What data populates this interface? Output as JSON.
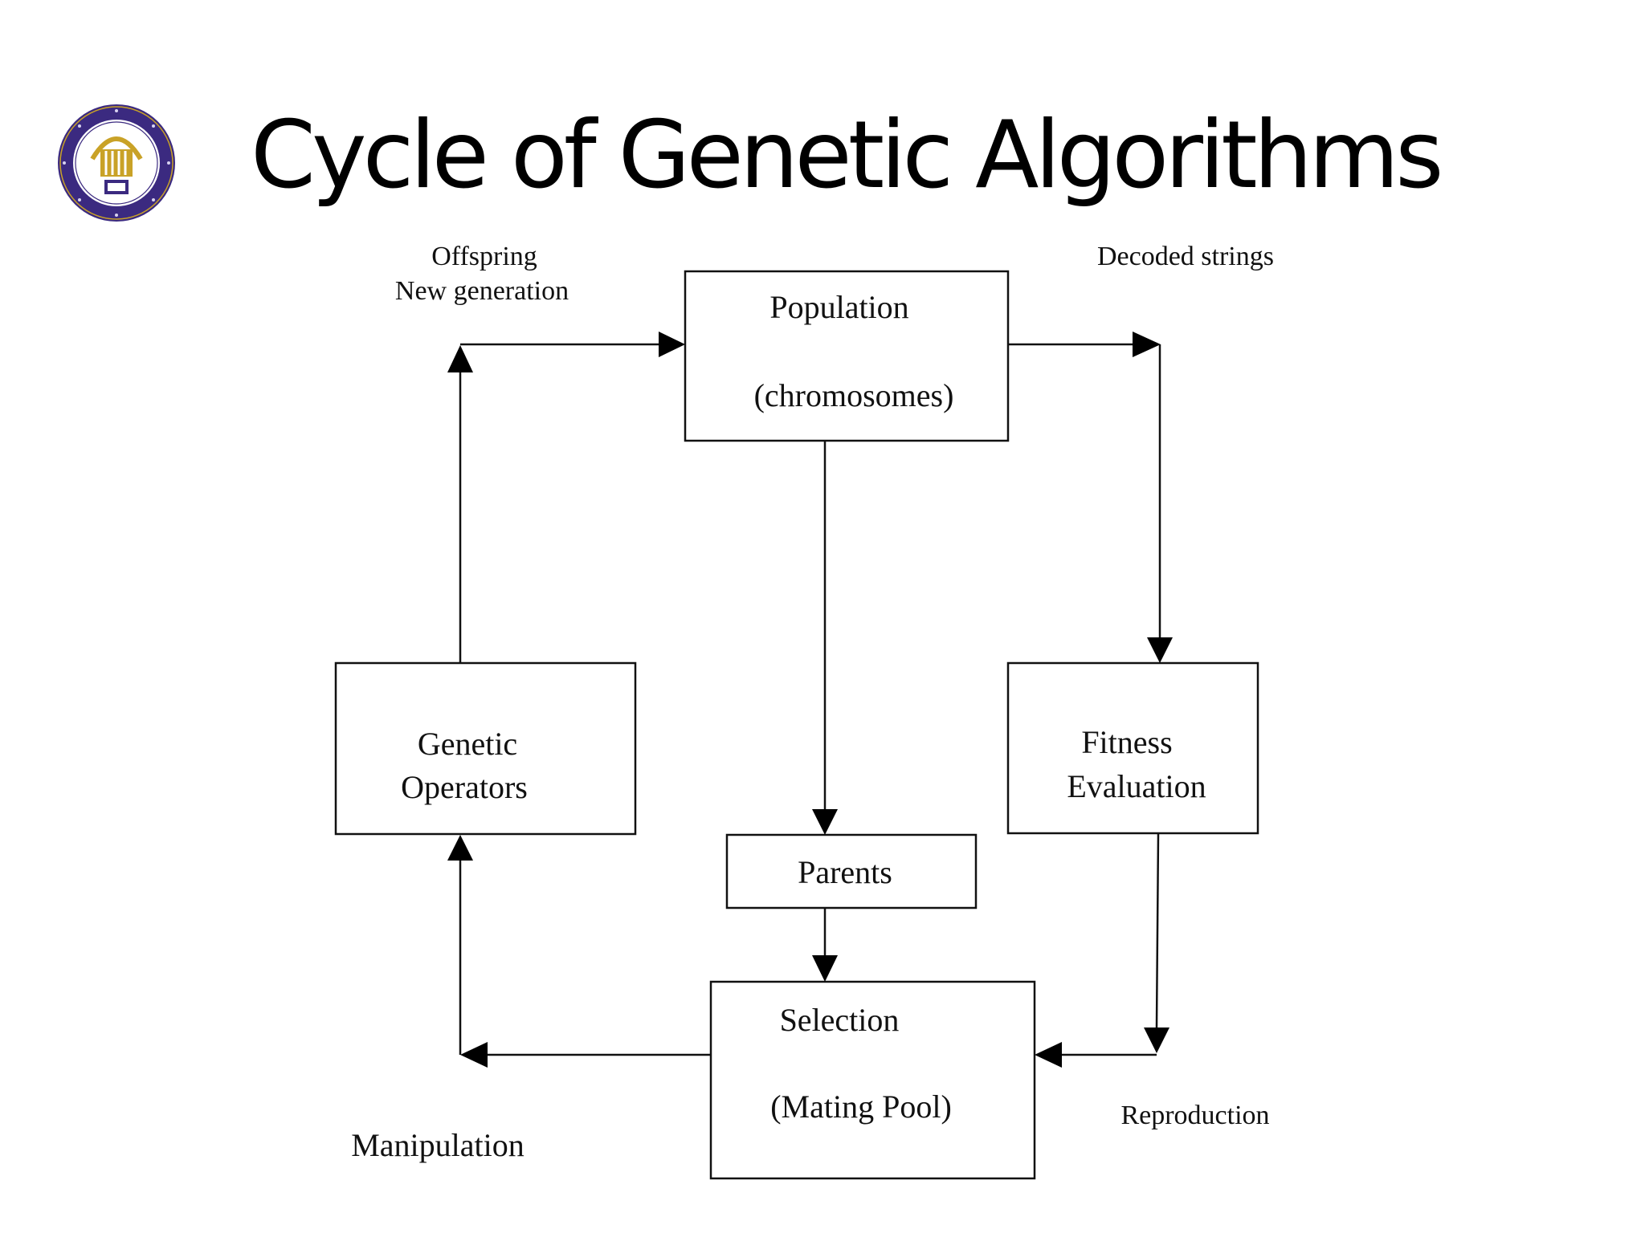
{
  "title": "Cycle of Genetic Algorithms",
  "logo": {
    "icon": "university-seal-icon",
    "colors": {
      "ring": "#3b2a80",
      "inner": "#ffffff",
      "emblem": "#c9a227"
    }
  },
  "diagram": {
    "boxes": {
      "population": {
        "line1": "Population",
        "line2": "(chromosomes)"
      },
      "fitness": {
        "line1": "Fitness",
        "line2": "Evaluation"
      },
      "parents": {
        "label": "Parents"
      },
      "selection": {
        "line1": "Selection",
        "line2": "(Mating Pool)"
      },
      "operators": {
        "line1": "Genetic",
        "line2": "Operators"
      }
    },
    "labels": {
      "offspring": "Offspring",
      "new_generation": "New generation",
      "decoded": "Decoded strings",
      "reproduction": "Reproduction",
      "manipulation": "Manipulation"
    }
  }
}
